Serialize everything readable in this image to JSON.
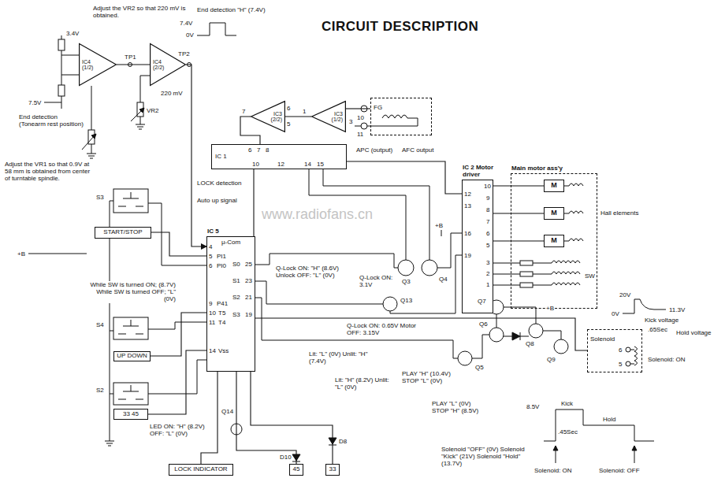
{
  "diagram": {
    "title": "CIRCUIT DESCRIPTION",
    "nodes": [
      {
        "text": [
          "IC4 (1/2)"
        ]
      },
      {
        "text": [
          "IC4 (2/2)"
        ]
      },
      {
        "text": [
          "IC3 (2/2)"
        ]
      },
      {
        "text": [
          "IC3 (1/2)"
        ]
      },
      {
        "text": [
          "FG"
        ]
      },
      {
        "text": [
          "IC 1"
        ]
      },
      {
        "text": [
          "IC 2 Motor driver"
        ]
      },
      {
        "text": [
          "Main motor ass'y"
        ]
      },
      {
        "text": [
          "M"
        ],
        "in": 7
      },
      {
        "text": [
          "M"
        ],
        "in": 7
      },
      {
        "text": [
          "M"
        ],
        "in": 7
      },
      {
        "text": [
          "START/STOP"
        ]
      },
      {
        "text": [
          "IC 5",
          "μ-Com"
        ]
      },
      {
        "text": [
          "UP DOWN"
        ]
      },
      {
        "text": [
          "Solenoid"
        ]
      },
      {
        "text": [
          "33 45"
        ]
      },
      {
        "text": [
          "LOCK INDICATOR"
        ]
      },
      {
        "text": [
          "45"
        ]
      },
      {
        "text": [
          "33"
        ]
      }
    ],
    "edges": [
      {
        "from": 0,
        "to": 1,
        "arrow": "none"
      },
      {
        "from": 4,
        "to": 3,
        "arrow": "none"
      },
      {
        "from": 3,
        "to": 2,
        "arrow": "none"
      },
      {
        "from": 2,
        "to": 5,
        "arrow": "none"
      },
      {
        "from": 5,
        "to": 12,
        "label": "LOCK detection",
        "arrow": "none"
      },
      {
        "from": 1,
        "to": 12,
        "label": "Auto up signal",
        "arrow": "to"
      },
      {
        "from": 5,
        "to": 6,
        "arrow": "none"
      },
      {
        "from": 6,
        "to": 8,
        "arrow": "none"
      },
      {
        "from": 6,
        "to": 9,
        "arrow": "none"
      },
      {
        "from": 6,
        "to": 10,
        "arrow": "none"
      },
      {
        "from": 11,
        "to": 12,
        "arrow": "none"
      },
      {
        "from": 13,
        "to": 12,
        "arrow": "none"
      },
      {
        "from": 15,
        "to": 12,
        "arrow": "none"
      },
      {
        "from": 12,
        "to": 16,
        "arrow": "none"
      },
      {
        "from": 12,
        "to": 17,
        "arrow": "none"
      },
      {
        "from": 12,
        "to": 18,
        "arrow": "none"
      },
      {
        "from": 12,
        "to": 14,
        "arrow": "none"
      }
    ],
    "labels": [
      "Adjust the VR2 so that 220 mV is obtained.",
      "End detection \"H\" (7.4V)",
      "7.4V",
      "0V",
      "3.4V",
      "TP1",
      "TP2",
      "7.5V",
      "End detection (Tonearm rest position)",
      "VR2",
      "220 mV",
      "Adjust the VR1 so that 0.9V at 58 mm is obtained from center of turntable spindle.",
      "S3",
      "7",
      "6",
      "5",
      "1",
      "3",
      "10",
      "11",
      "6",
      "7",
      "8",
      "10",
      "12",
      "14",
      "15",
      "APC (output)",
      "AFC output",
      "Hall elements",
      "SW",
      "12",
      "13",
      "16",
      "19",
      "10",
      "9",
      "8",
      "7",
      "6",
      "5",
      "3",
      "2",
      "1",
      "+B",
      "+B",
      "+B",
      "4",
      "5",
      "PI1",
      "6",
      "PI0",
      "9",
      "P41",
      "10",
      "T5",
      "11",
      "T4",
      "14",
      "Vss",
      "S0",
      "25",
      "S1",
      "23",
      "S2",
      "21",
      "S3",
      "19",
      "Q-Lock ON: \"H\" (8.6V) Unlock OFF: \"L\" (0V)",
      "Q-Lock ON: 3.1V",
      "Q3",
      "Q4",
      "Q13",
      "While SW is turned ON; (8.7V) While SW is turned OFF; \"L\" (0V)",
      "S4",
      "S2",
      "Q-Lock ON: 0.65V Motor OFF: 3.15V",
      "PLAY \"H\" (10.4V) STOP \"L\" (0V)",
      "PLAY \"L\" (0V) STOP \"H\" (8.5V)",
      "Q5",
      "Q6",
      "Q7",
      "Q8",
      "Q9",
      "Q14",
      "20V",
      "11.3V",
      "0V",
      "Kick voltage",
      ".65Sec",
      "Hold voltage",
      "Solenoid: ON",
      "8.5V",
      "Kick",
      "Hold",
      ".45Sec",
      "Solenoid: ON",
      "Solenoid: OFF",
      "Solenoid \"OFF\" (0V) Solenoid \"Kick\" (21V) Solenoid \"Hold\" (13.7V)",
      "Lit: \"L\" (0V) Unlit: \"H\" (7.4V)",
      "Lit: \"H\" (8.2V) Unlit: \"L\" (0V)",
      "LED ON: \"H\" (8.2V) OFF: \"L\" (0V)",
      "D10",
      "D8",
      "6",
      "5",
      "www.radiofans.cn"
    ]
  }
}
